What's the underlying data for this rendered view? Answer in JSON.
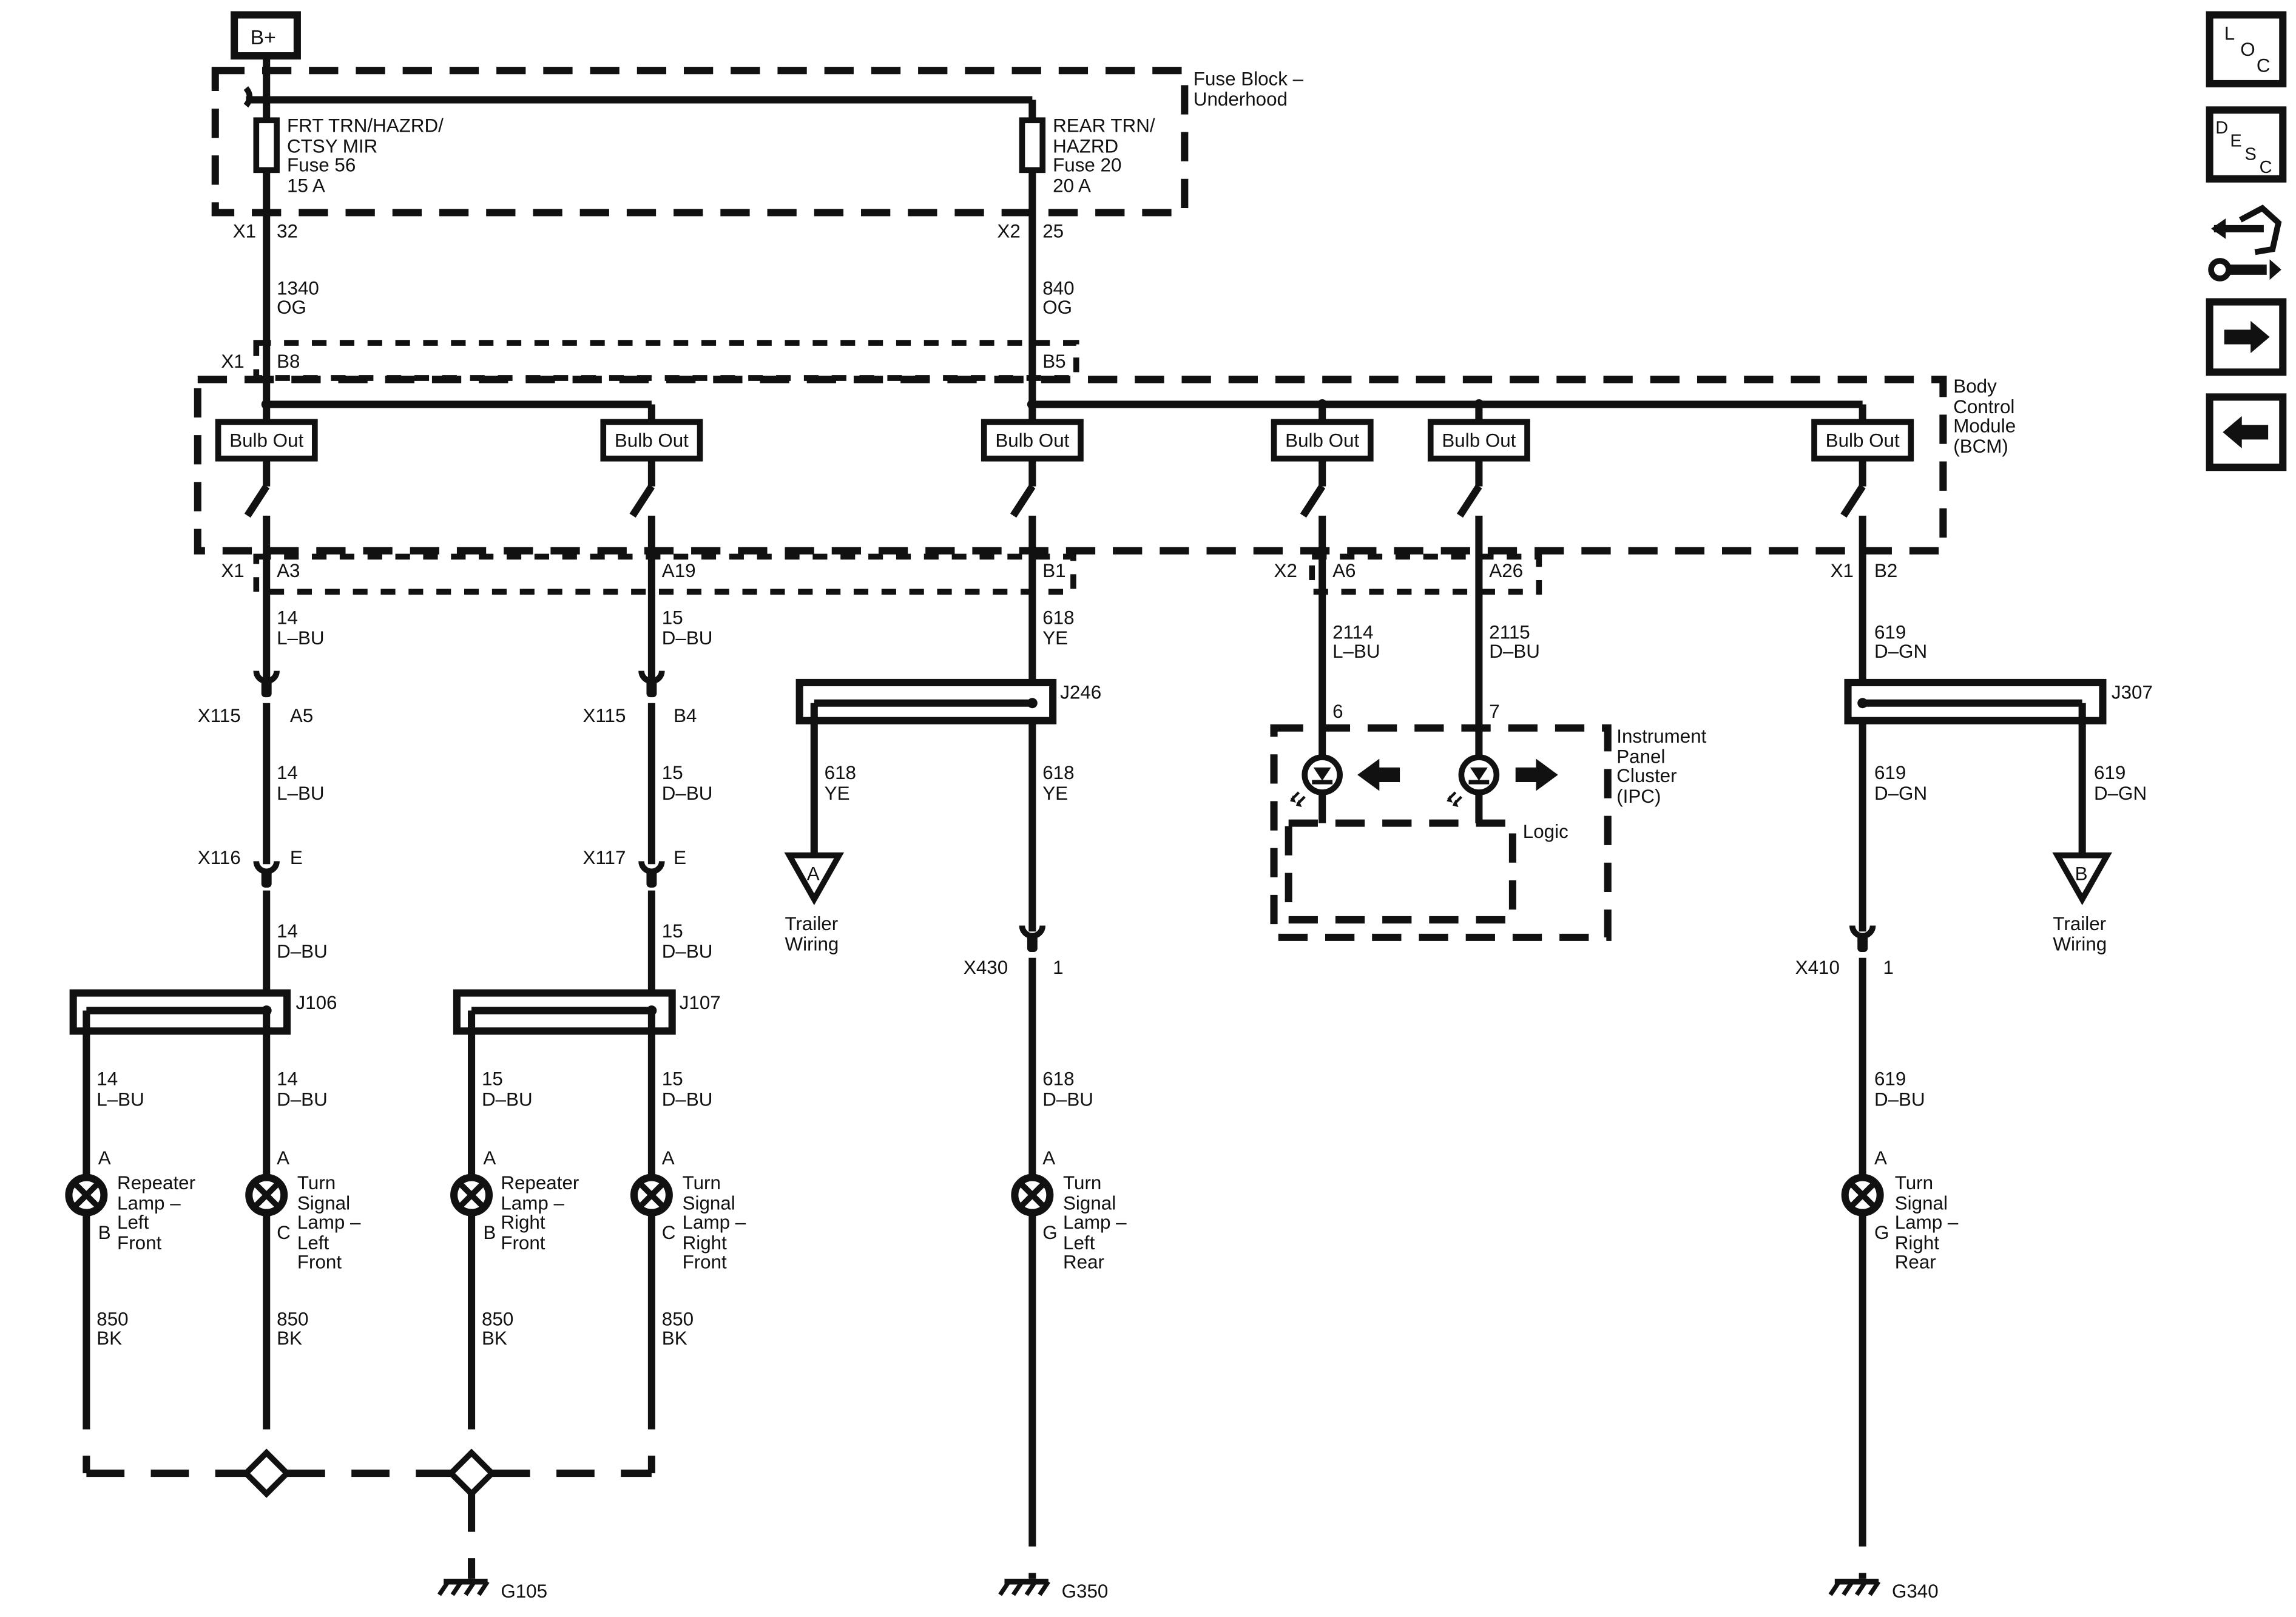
{
  "power": {
    "battery": "B+"
  },
  "fuse_block": {
    "label_1": "Fuse Block –",
    "label_2": "Underhood",
    "fuse56": [
      "FRT TRN/HAZRD/",
      "CTSY MIR",
      "Fuse 56",
      "15 A"
    ],
    "fuse20": [
      "REAR TRN/",
      "HAZRD",
      "Fuse 20",
      "20 A"
    ]
  },
  "bcm": {
    "label": [
      "Body",
      "Control",
      "Module",
      "(BCM)"
    ],
    "bulb_out": "Bulb Out"
  },
  "ipc": {
    "label": [
      "Instrument",
      "Panel",
      "Cluster",
      "(IPC)"
    ],
    "logic": "Logic"
  },
  "connectors": {
    "X1": "X1",
    "X2": "X2",
    "X115": "X115",
    "X116": "X116",
    "X117": "X117",
    "X430": "X430",
    "X410": "X410",
    "pin_32": "32",
    "pin_25": "25",
    "pin_B8": "B8",
    "pin_B5": "B5",
    "pin_A3": "A3",
    "pin_A19": "A19",
    "pin_B1": "B1",
    "pin_A6": "A6",
    "pin_A26": "A26",
    "pin_B2": "B2",
    "pin_A5": "A5",
    "pin_B4": "B4",
    "pin_E": "E",
    "pin_1": "1",
    "pin_6": "6",
    "pin_7": "7",
    "pin_A": "A",
    "pin_B": "B",
    "pin_C": "C",
    "pin_G": "G"
  },
  "splices": {
    "J106": "J106",
    "J107": "J107",
    "J246": "J246",
    "J307": "J307"
  },
  "wires": {
    "c1340": "1340",
    "c840": "840",
    "c14": "14",
    "c15": "15",
    "c618": "618",
    "c619": "619",
    "c2114": "2114",
    "c2115": "2115",
    "c850": "850",
    "OG": "OG",
    "L_BU": "L–BU",
    "D_BU": "D–BU",
    "YE": "YE",
    "D_GN": "D–GN",
    "BK": "BK"
  },
  "trailer": {
    "A": "A",
    "B": "B",
    "label_1": "Trailer",
    "label_2": "Wiring"
  },
  "lamps": {
    "repeater_left_front": [
      "Repeater",
      "Lamp –",
      "Left",
      "Front"
    ],
    "turn_left_front": [
      "Turn",
      "Signal",
      "Lamp –",
      "Left",
      "Front"
    ],
    "repeater_right_front": [
      "Repeater",
      "Lamp –",
      "Right",
      "Front"
    ],
    "turn_right_front": [
      "Turn",
      "Signal",
      "Lamp –",
      "Right",
      "Front"
    ],
    "turn_left_rear": [
      "Turn",
      "Signal",
      "Lamp –",
      "Left",
      "Rear"
    ],
    "turn_right_rear": [
      "Turn",
      "Signal",
      "Lamp –",
      "Right",
      "Rear"
    ]
  },
  "grounds": {
    "G105": "G105",
    "G350": "G350",
    "G340": "G340"
  },
  "nav": {
    "loc": [
      "L",
      "O",
      "C"
    ],
    "desc": [
      "D",
      "E",
      "S",
      "C"
    ],
    "connector_icon": "connector-tool-icon",
    "next_icon": "arrow-right-icon",
    "prev_icon": "arrow-left-icon"
  }
}
